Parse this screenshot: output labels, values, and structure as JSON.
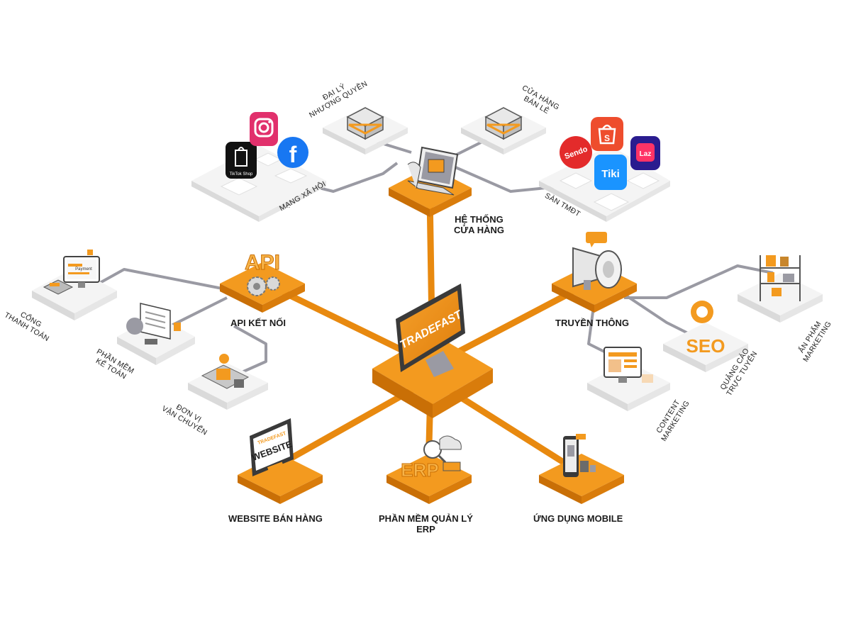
{
  "center": {
    "brand": "TRADEFAST"
  },
  "hubs": {
    "store_system": {
      "line1": "HỆ THỐNG",
      "line2": "CỬA HÀNG"
    },
    "api": {
      "label": "API KẾT NỐI",
      "icon_text": "API"
    },
    "media": {
      "label": "TRUYỀN THÔNG"
    },
    "website": {
      "label": "WEBSITE BÁN HÀNG",
      "screen_brand": "TRADEFAST",
      "screen_text": "WEBSITE"
    },
    "erp": {
      "line1": "PHẦN MỀM QUẢN LÝ",
      "line2": "ERP",
      "icon_text": "ERP"
    },
    "mobile": {
      "label": "ỨNG DỤNG MOBILE"
    }
  },
  "satellites": {
    "social": {
      "label": "MẠNG XÃ HỘI",
      "apps": [
        "TikTok Shop",
        "Instagram",
        "Facebook"
      ]
    },
    "franchise": {
      "line1": "ĐẠI LÝ",
      "line2": "NHƯỢNG QUYỀN"
    },
    "retail": {
      "line1": "CỬA HÀNG",
      "line2": "BÁN LẺ"
    },
    "ecommerce": {
      "label": "SÀN TMĐT",
      "apps": [
        "Sendo",
        "Shopee",
        "Tiki",
        "Laz"
      ]
    },
    "payment": {
      "line1": "CỔNG",
      "line2": "THANH TOÁN",
      "screen_text": "Payment"
    },
    "accounting": {
      "line1": "PHẦN MỀM",
      "line2": "KẾ TOÁN"
    },
    "shipping": {
      "line1": "ĐƠN VỊ",
      "line2": "VẬN CHUYỂN"
    },
    "marketing_materials": {
      "line1": "ẤN PHẨM",
      "line2": "MARKETING"
    },
    "online_ads": {
      "line1": "QUẢNG CÁO",
      "line2": "TRỰC TUYẾN",
      "icon_text": "SEO"
    },
    "content": {
      "line1": "CONTENT",
      "line2": "MARKETING"
    }
  },
  "colors": {
    "orange": "#F39A1F",
    "orange_dark": "#D97C0B",
    "orange_side": "#C96F06",
    "gray_line": "#9A9AA3",
    "tile": "#F4F4F4",
    "tile_side": "#DADADA"
  }
}
